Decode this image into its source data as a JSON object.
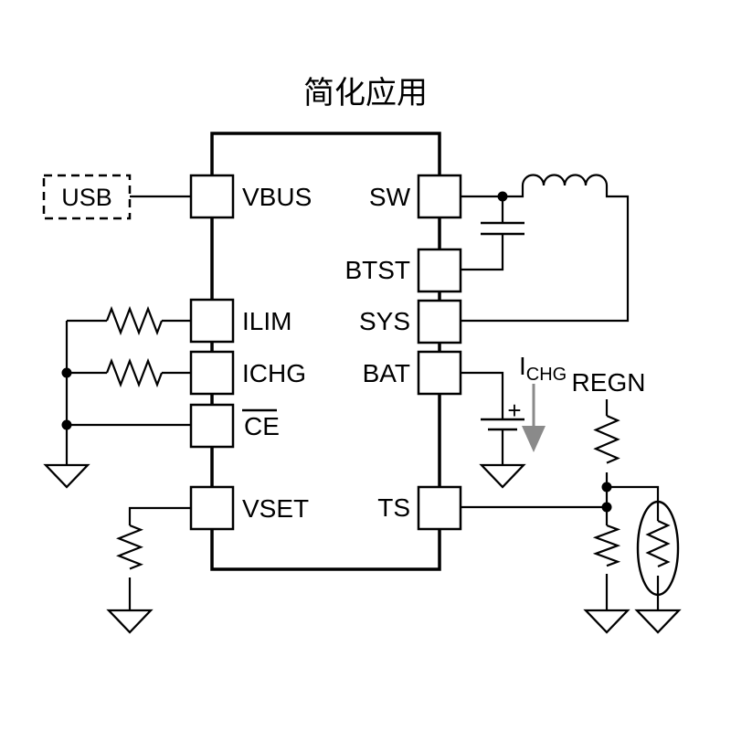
{
  "title": "简化应用",
  "colors": {
    "line": "#000000",
    "background": "#ffffff",
    "current_arrow": "#8a8a8a"
  },
  "usb_block": {
    "label": "USB"
  },
  "ic": {
    "left_pins": [
      {
        "label": "VBUS"
      },
      {
        "label": "ILIM"
      },
      {
        "label": "ICHG"
      },
      {
        "label": "CE",
        "overline": true
      },
      {
        "label": "VSET"
      }
    ],
    "right_pins": [
      {
        "label": "SW"
      },
      {
        "label": "BTST"
      },
      {
        "label": "SYS"
      },
      {
        "label": "BAT"
      },
      {
        "label": "TS"
      }
    ]
  },
  "annotations": {
    "regn_label": "REGN",
    "charge_current": {
      "symbol": "I",
      "subscript": "CHG"
    },
    "battery_polarity": "+"
  },
  "components": {
    "ic_body": "charger-ic",
    "inductor": "output-inductor",
    "bootstrap_capacitor": "sw-btst-capacitor",
    "battery_capacitor": "bat-polarized-capacitor",
    "thermistor": "ts-ntc-thermistor",
    "resistors": [
      "ilim-set-resistor",
      "ichg-set-resistor",
      "vset-resistor",
      "regn-pullup-resistor",
      "ts-pulldown-resistor"
    ],
    "grounds": 5,
    "junction_dots": 5
  }
}
